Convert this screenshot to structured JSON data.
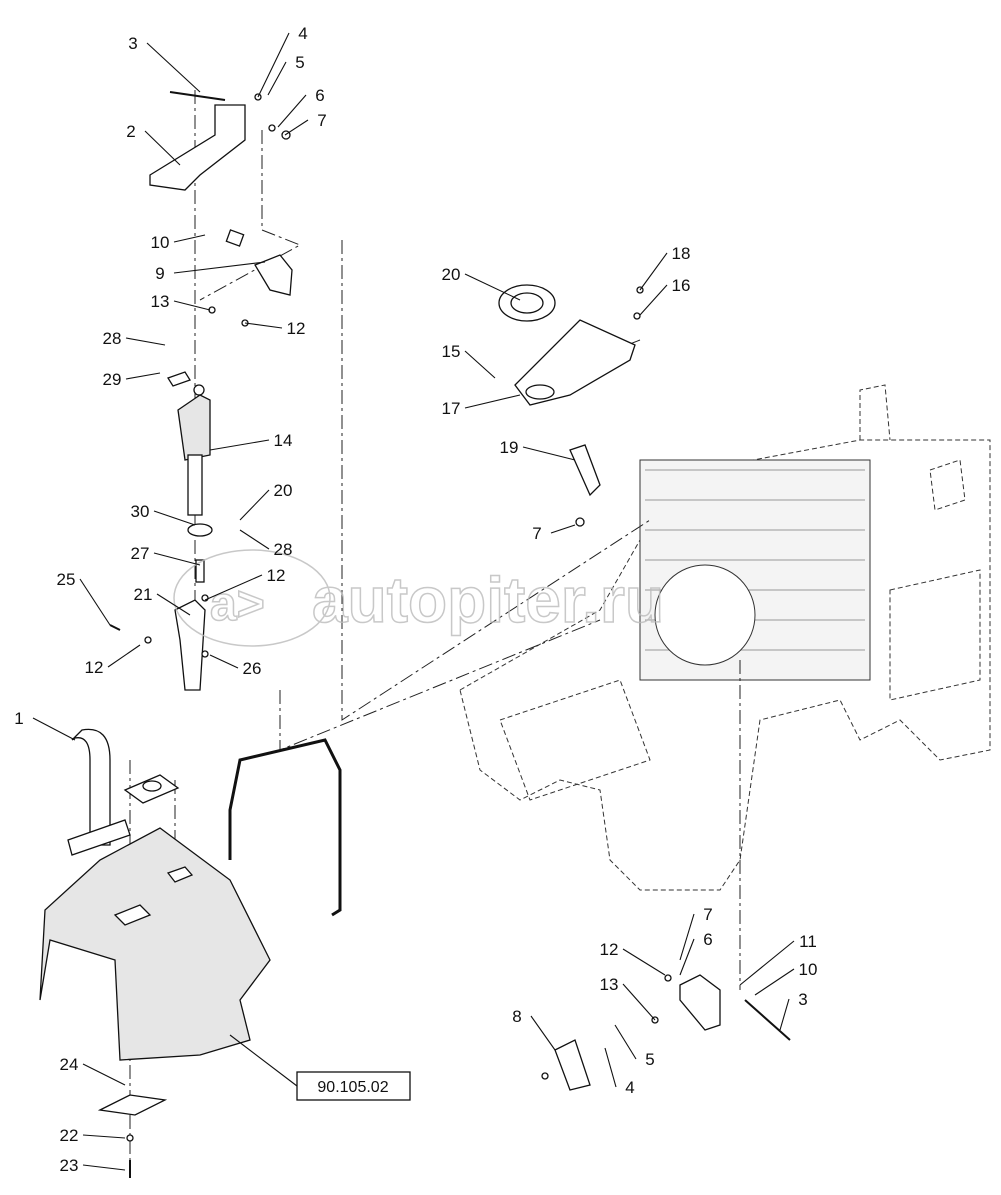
{
  "callouts": [
    "3",
    "4",
    "5",
    "6",
    "7",
    "2",
    "10",
    "9",
    "13",
    "12",
    "20",
    "15",
    "17",
    "18",
    "16",
    "19",
    "7",
    "28",
    "29",
    "14",
    "30",
    "20",
    "28",
    "27",
    "12",
    "21",
    "25",
    "12",
    "26",
    "1",
    "24",
    "22",
    "23",
    "7",
    "6",
    "12",
    "13",
    "8",
    "5",
    "4",
    "11",
    "10",
    "3"
  ],
  "reference_box": "90.105.02",
  "watermark": {
    "logo": "a>",
    "text": "autopiter.ru"
  }
}
